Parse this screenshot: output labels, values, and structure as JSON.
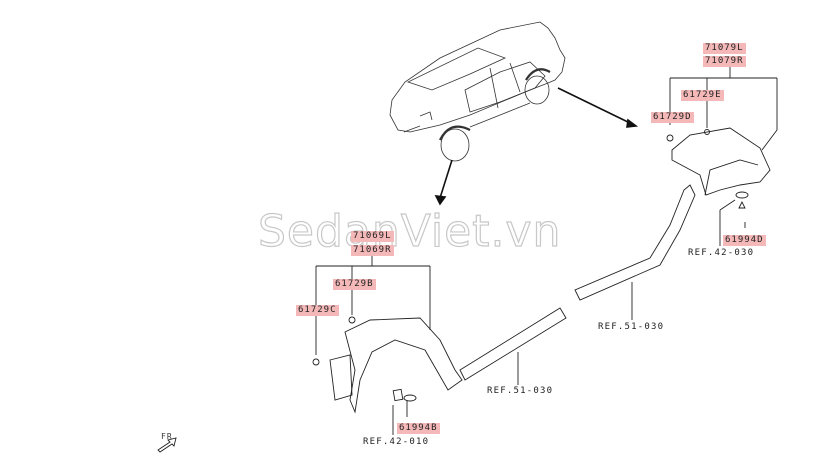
{
  "watermark": "SedanViet.vn",
  "orientation": {
    "label": "FR"
  },
  "rear_group": {
    "parts": [
      "71079L",
      "71079R",
      "61729E",
      "61729D",
      "61994D"
    ],
    "refs": [
      "REF.42-030",
      "REF.51-030"
    ]
  },
  "front_group": {
    "parts": [
      "71069L",
      "71069R",
      "61729B",
      "61729C",
      "61994B"
    ],
    "refs": [
      "REF.42-010",
      "REF.51-030"
    ]
  },
  "colors": {
    "label_bg": "#f4b8b8",
    "line": "#222222",
    "watermark": "#c8c8c8"
  }
}
